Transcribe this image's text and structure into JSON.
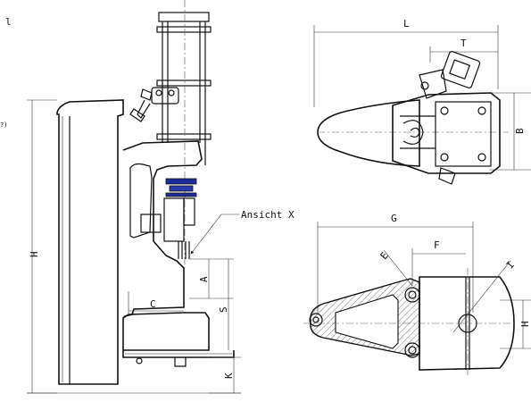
{
  "labels": {
    "ansicht": "Ansicht X",
    "side_top_corner": "l",
    "side_top_corner2": "?)",
    "dim_H": "H",
    "dim_A": "A",
    "dim_C": "C",
    "dim_S": "S",
    "dim_K": "K",
    "dim_L": "L",
    "dim_T": "T",
    "dim_B": "B",
    "dim_G": "G",
    "dim_F": "F",
    "dim_E": "E",
    "dim_I": "I",
    "dim_H_small": "H"
  },
  "colors": {
    "line": "#111111",
    "accent_blue": "#1f2a9a"
  }
}
